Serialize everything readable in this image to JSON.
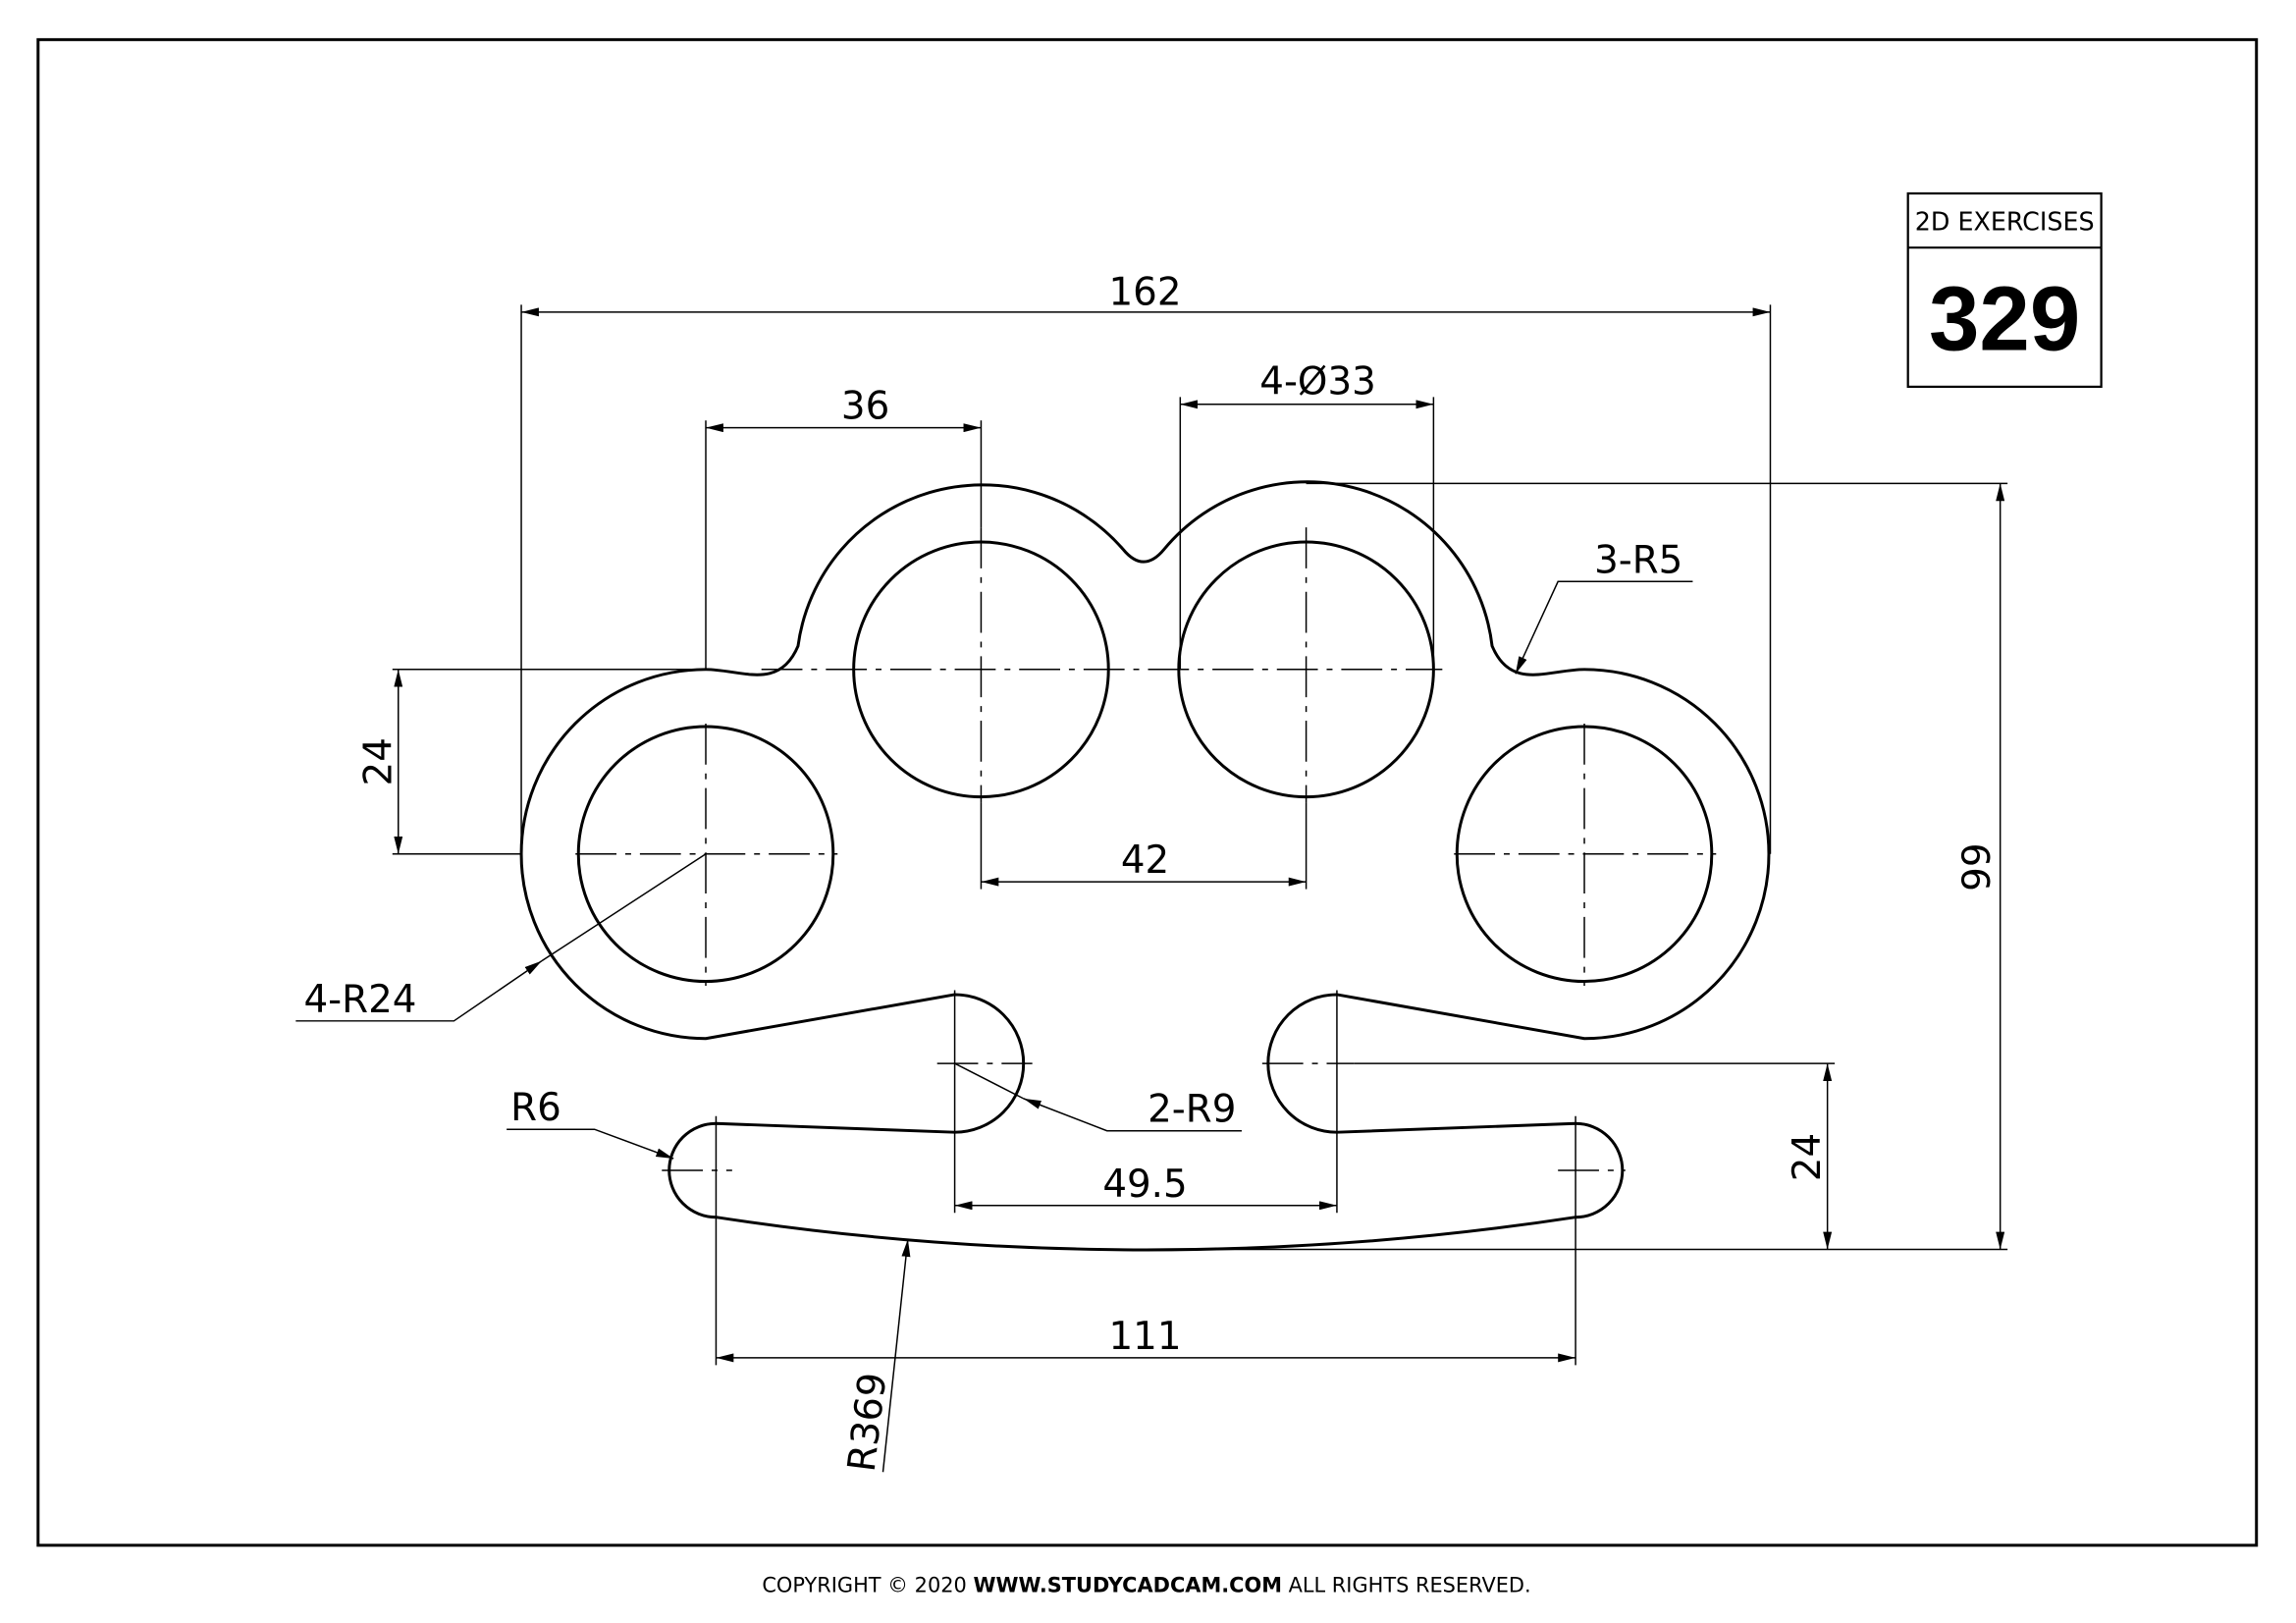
{
  "title_block": {
    "label": "2D EXERCISES",
    "number": "329"
  },
  "dimensions": {
    "overall_width": "162",
    "left_pitch": "36",
    "hole_diameter": "4-Ø33",
    "fillet_small": "3-R5",
    "overall_height": "99",
    "left_offset": "24",
    "center_pitch": "42",
    "outer_radius": "4-R24",
    "slot_end_radius": "R6",
    "hook_radius": "2-R9",
    "hook_gap": "49.5",
    "right_offset": "24",
    "slot_length": "111",
    "bottom_arc_radius": "R369"
  },
  "footer": {
    "prefix": "COPYRIGHT © 2020 ",
    "site": "WWW.STUDYCADCAM.COM",
    "suffix": " ALL RIGHTS RESERVED."
  }
}
